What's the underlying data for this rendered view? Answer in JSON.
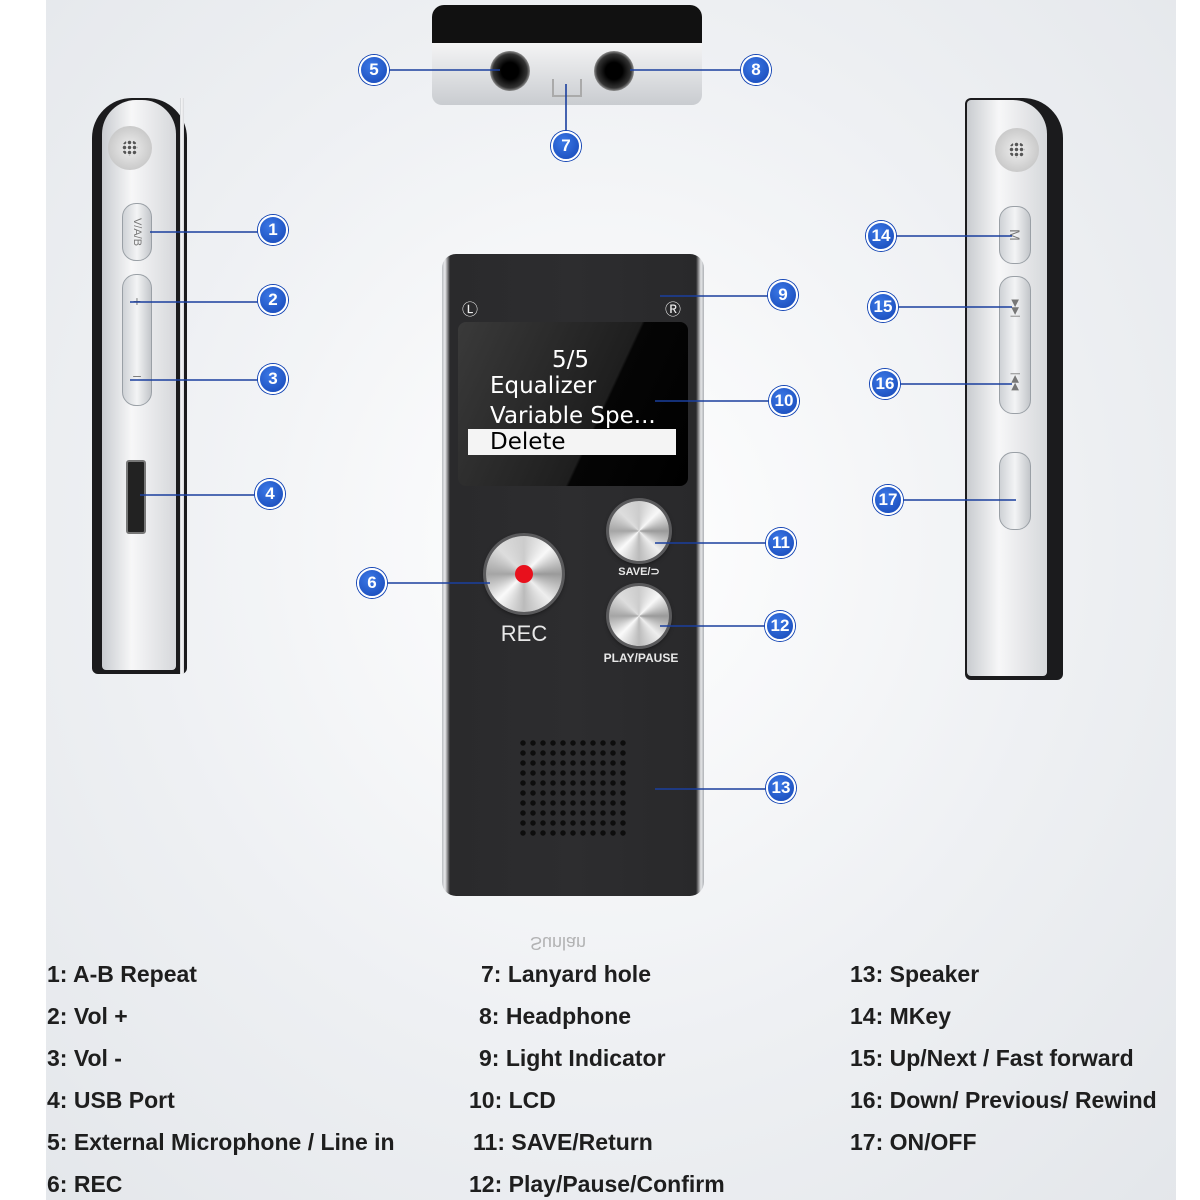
{
  "screen": {
    "counter": "5/5",
    "items": [
      "Equalizer",
      "Variable Spe...",
      "Delete"
    ],
    "selected": "Delete"
  },
  "device": {
    "rec_label": "REC",
    "save_label": "SAVE/⊃",
    "play_label": "PLAY/PAUSE",
    "left_indicator": "Ⓛ",
    "right_indicator": "Ⓡ",
    "brand_reflection": "Sunlan",
    "side_left_buttons": [
      "V/A/B",
      "+",
      "–"
    ],
    "side_right_buttons": [
      "M",
      "▶▶|",
      "|◀◀"
    ]
  },
  "callouts": [
    "1",
    "2",
    "3",
    "4",
    "5",
    "6",
    "7",
    "8",
    "9",
    "10",
    "11",
    "12",
    "13",
    "14",
    "15",
    "16",
    "17"
  ],
  "legend": {
    "col1": [
      "1: A-B Repeat",
      "2: Vol +",
      "3: Vol -",
      "4: USB Port",
      "5: External Microphone / Line in",
      "6: REC"
    ],
    "col2": [
      "7: Lanyard hole",
      "8: Headphone",
      "9: Light Indicator",
      "10: LCD",
      "11: SAVE/Return",
      "12: Play/Pause/Confirm"
    ],
    "col3": [
      "13: Speaker",
      "14: MKey",
      "15: Up/Next / Fast forward",
      "16: Down/ Previous/ Rewind",
      "17: ON/OFF"
    ]
  },
  "colors": {
    "callout": "#1546b5",
    "rec_dot": "#e8101c",
    "body": "#2d2d2f"
  }
}
